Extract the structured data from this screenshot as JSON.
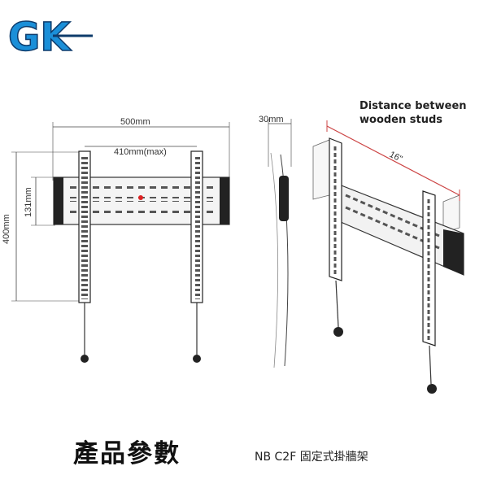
{
  "logo": {
    "text": "GK",
    "name": "gk-logo"
  },
  "dimensions": {
    "width_total": "500mm",
    "width_max": "410mm(max)",
    "height_total": "400mm",
    "height_inner": "131mm",
    "depth": "30mm",
    "stud_spacing": "16\""
  },
  "annotation": {
    "line1": "Distance between",
    "line2": "wooden studs"
  },
  "footer": {
    "title": "產品參數",
    "subtitle": "NB C2F 固定式掛牆架"
  }
}
